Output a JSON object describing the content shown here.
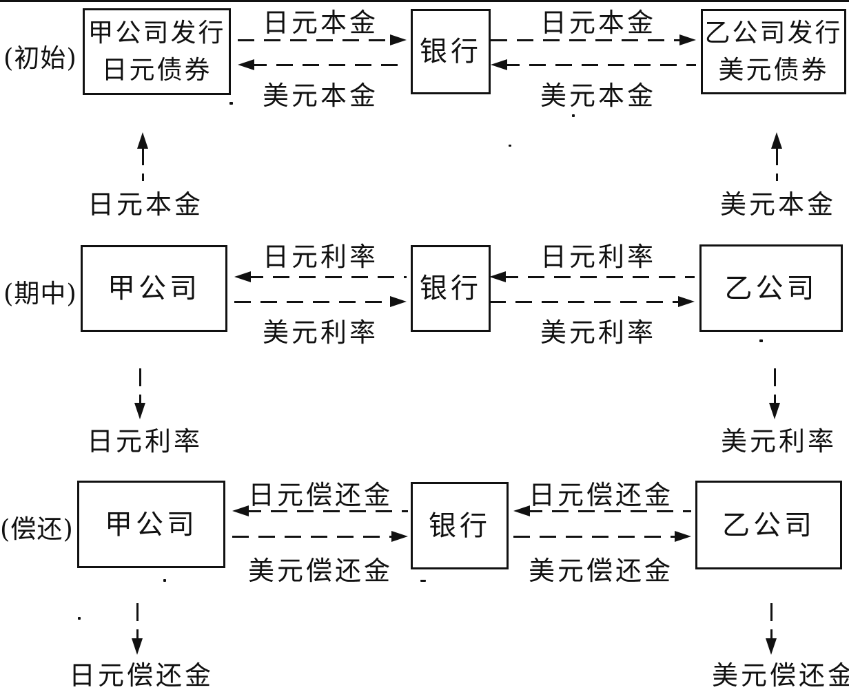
{
  "page": {
    "background": "#ffffff",
    "ink": "#111111"
  },
  "diagram": {
    "stages": [
      {
        "label": "(初始)",
        "left_box": {
          "line1": "甲公司发行",
          "line2": "日元债券"
        },
        "bank_box": "银行",
        "right_box": {
          "line1": "乙公司发行",
          "line2": "美元债券"
        },
        "gap_left": {
          "top_label": "日元本金",
          "top_direction": "right",
          "bottom_label": "美元本金",
          "bottom_direction": "left"
        },
        "gap_right": {
          "top_label": "日元本金",
          "top_direction": "right",
          "bottom_label": "美元本金",
          "bottom_direction": "left"
        },
        "below_left": {
          "label": "日元本金",
          "direction": "up"
        },
        "below_right": {
          "label": "美元本金",
          "direction": "up"
        }
      },
      {
        "label": "(期中)",
        "left_box": {
          "line1": "甲公司"
        },
        "bank_box": "银行",
        "right_box": {
          "line1": "乙公司"
        },
        "gap_left": {
          "top_label": "日元利率",
          "top_direction": "left",
          "bottom_label": "美元利率",
          "bottom_direction": "right"
        },
        "gap_right": {
          "top_label": "日元利率",
          "top_direction": "left",
          "bottom_label": "美元利率",
          "bottom_direction": "right"
        },
        "below_left": {
          "label": "日元利率",
          "direction": "down"
        },
        "below_right": {
          "label": "美元利率",
          "direction": "down"
        }
      },
      {
        "label": "(偿还)",
        "left_box": {
          "line1": "甲公司"
        },
        "bank_box": "银行",
        "right_box": {
          "line1": "乙公司"
        },
        "gap_left": {
          "top_label": "日元偿还金",
          "top_direction": "left",
          "bottom_label": "美元偿还金",
          "bottom_direction": "right"
        },
        "gap_right": {
          "top_label": "日元偿还金",
          "top_direction": "left",
          "bottom_label": "美元偿还金",
          "bottom_direction": "right"
        },
        "below_left": {
          "label": "日元偿还金",
          "direction": "down"
        },
        "below_right": {
          "label": "美元偿还金",
          "direction": "down"
        }
      }
    ]
  }
}
